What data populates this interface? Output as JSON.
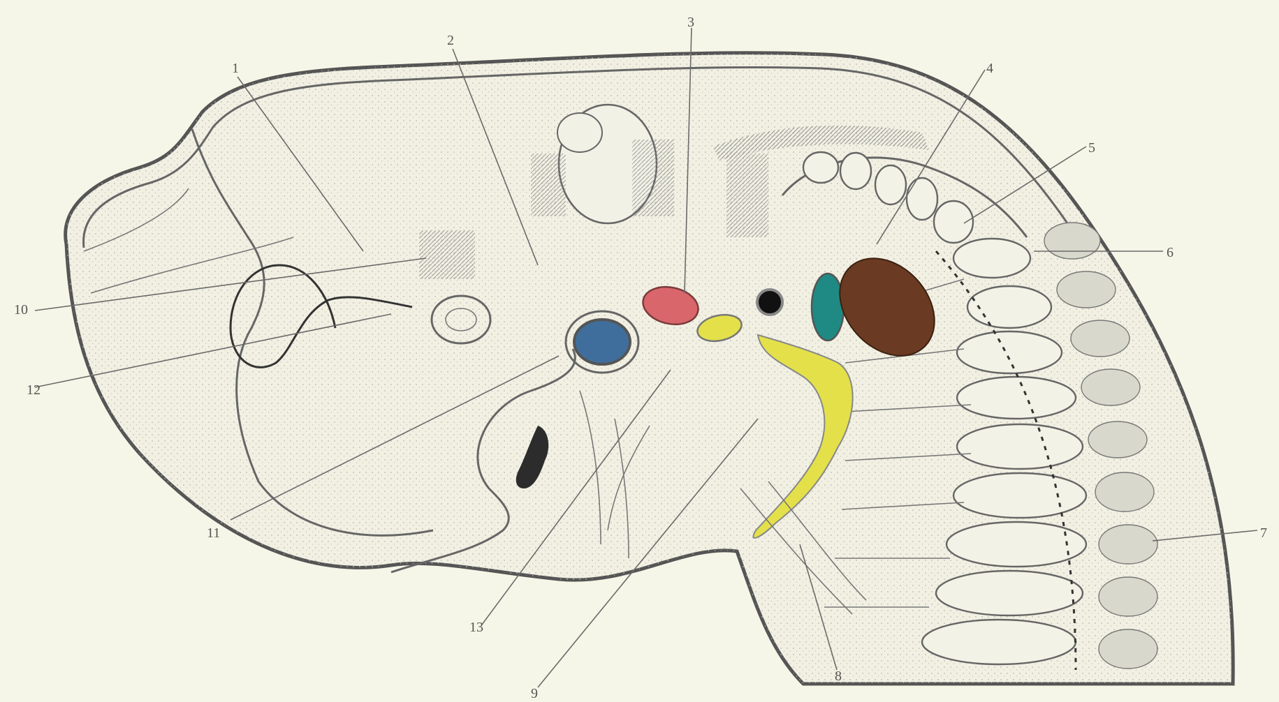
{
  "diagram": {
    "labels": [
      {
        "id": "l1",
        "text": "1"
      },
      {
        "id": "l2",
        "text": "2"
      },
      {
        "id": "l3",
        "text": "3"
      },
      {
        "id": "l4",
        "text": "4"
      },
      {
        "id": "l5",
        "text": "5"
      },
      {
        "id": "l6",
        "text": "6"
      },
      {
        "id": "l7",
        "text": "7"
      },
      {
        "id": "l8",
        "text": "8"
      },
      {
        "id": "l9",
        "text": "9"
      },
      {
        "id": "l10",
        "text": "10"
      },
      {
        "id": "l11",
        "text": "11"
      },
      {
        "id": "l12",
        "text": "12"
      },
      {
        "id": "l13",
        "text": "13"
      }
    ],
    "colors": {
      "background": "#f6f6e8",
      "red_structure": "#d9666b",
      "blue_structure": "#3f6e9c",
      "yellow_structure": "#e4e04a",
      "teal_structure": "#1f8a83",
      "brown_structure": "#6b3a22",
      "black_dot": "#111111"
    }
  }
}
